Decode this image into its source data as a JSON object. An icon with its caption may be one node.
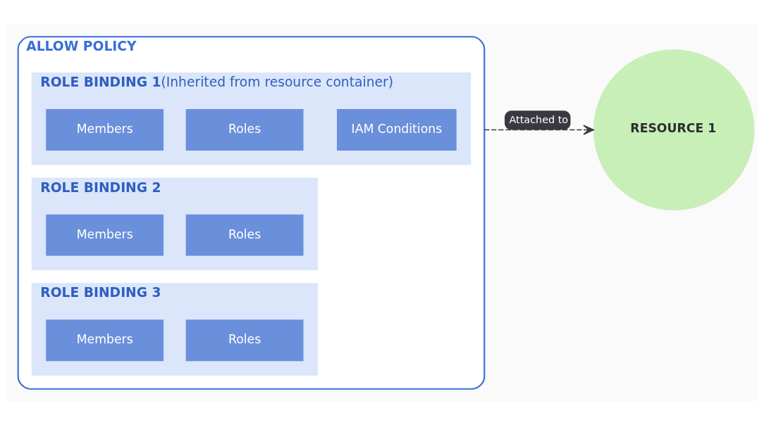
{
  "diagram": {
    "nodes": [
      {
        "text": [
          "ALLOW POLICY"
        ]
      },
      {
        "text": [
          "ROLE BINDING 1",
          "(Inherited from resource container)"
        ],
        "in": 0
      },
      {
        "text": [
          "Members"
        ],
        "in": 1
      },
      {
        "text": [
          "Roles"
        ],
        "in": 1
      },
      {
        "text": [
          "IAM Conditions"
        ],
        "in": 1
      },
      {
        "text": [
          "ROLE BINDING 2"
        ],
        "in": 0
      },
      {
        "text": [
          "Members"
        ],
        "in": 5
      },
      {
        "text": [
          "Roles"
        ],
        "in": 5
      },
      {
        "text": [
          "ROLE BINDING 3"
        ],
        "in": 0
      },
      {
        "text": [
          "Members"
        ],
        "in": 8
      },
      {
        "text": [
          "Roles"
        ],
        "in": 8
      },
      {
        "text": [
          "RESOURCE 1"
        ]
      }
    ],
    "edges": [
      {
        "from": 0,
        "to": 11,
        "arrow": "to",
        "label": "Attached to",
        "style": "dashed"
      }
    ]
  }
}
